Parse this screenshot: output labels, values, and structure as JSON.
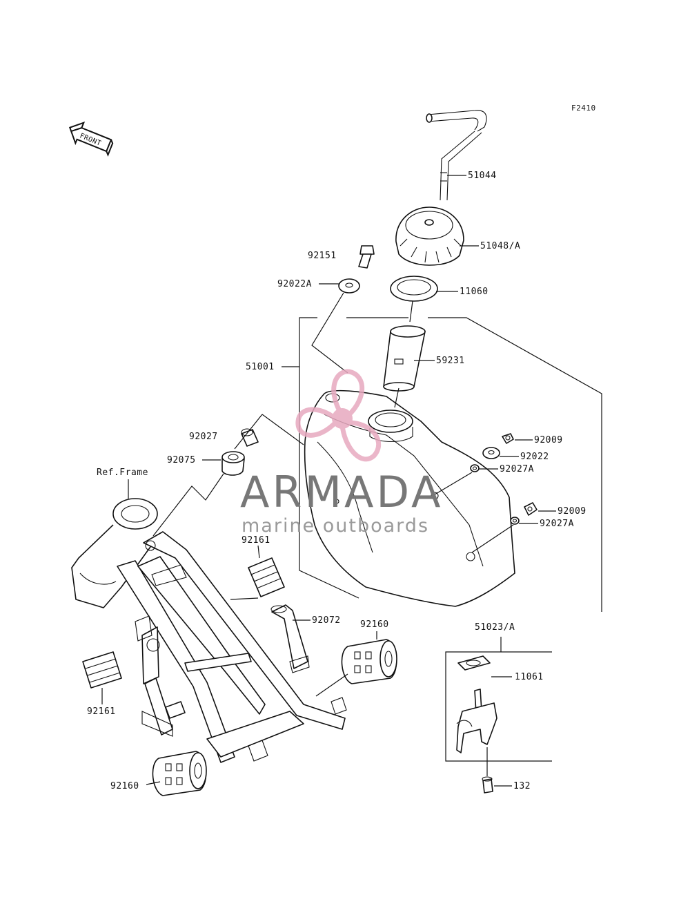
{
  "diagram_code": "F2410",
  "front_label": "FRONT",
  "ref_label": "Ref.Frame",
  "watermark": {
    "brand": "ARMADA",
    "tagline": "marine outboards",
    "brand_color": "#777777",
    "logo_color": "#e7a9bf"
  },
  "parts": {
    "p51044": "51044",
    "p51048a": "51048/A",
    "p92151": "92151",
    "p92022a": "92022A",
    "p11060": "11060",
    "p51001": "51001",
    "p59231": "59231",
    "p92027": "92027",
    "p92075": "92075",
    "p92009_1": "92009",
    "p92022": "92022",
    "p92027a_1": "92027A",
    "p92009_2": "92009",
    "p92027a_2": "92027A",
    "p92161_1": "92161",
    "p92072": "92072",
    "p92160_1": "92160",
    "p51023a": "51023/A",
    "p11061": "11061",
    "p92161_2": "92161",
    "p92160_2": "92160",
    "p132": "132"
  }
}
